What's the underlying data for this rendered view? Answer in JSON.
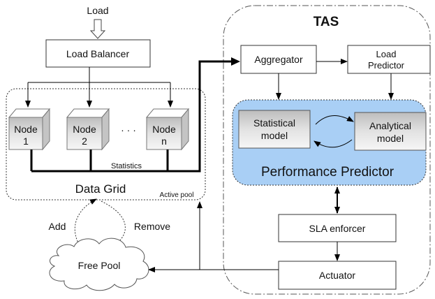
{
  "input_label": "Load",
  "load_balancer": "Load Balancer",
  "nodes": [
    {
      "line1": "Node",
      "line2": "1"
    },
    {
      "line1": "Node",
      "line2": "2"
    },
    {
      "line1": "Node",
      "line2": "n"
    }
  ],
  "ellipsis": "· · ·",
  "statistics_label": "Statistics",
  "data_grid_label": "Data Grid",
  "active_pool_label": "Active pool",
  "add_label": "Add",
  "remove_label": "Remove",
  "free_pool_label": "Free Pool",
  "tas_title": "TAS",
  "aggregator": "Aggregator",
  "load_predictor": {
    "line1": "Load",
    "line2": "Predictor"
  },
  "statistical_model": {
    "line1": "Statistical",
    "line2": "model"
  },
  "analytical_model": {
    "line1": "Analytical",
    "line2": "model"
  },
  "performance_predictor": "Performance Predictor",
  "sla_enforcer": "SLA enforcer",
  "actuator": "Actuator",
  "colors": {
    "predictor_fill": "#a9cff5",
    "model_fill": "#d4d4d4",
    "line": "#000000"
  }
}
